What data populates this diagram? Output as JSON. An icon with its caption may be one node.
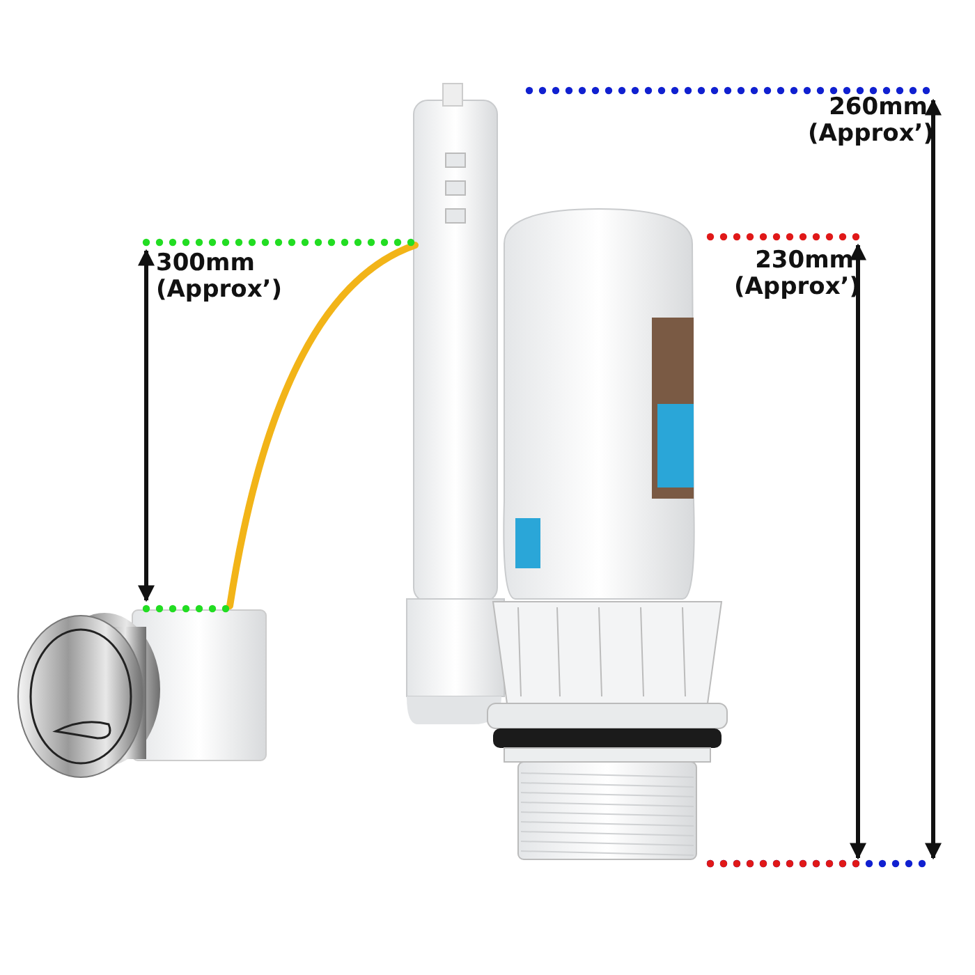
{
  "diagram": {
    "labels": [
      "260mm (Approx’)",
      "230mm (Approx’)",
      "300mm (Approx’)"
    ]
  }
}
